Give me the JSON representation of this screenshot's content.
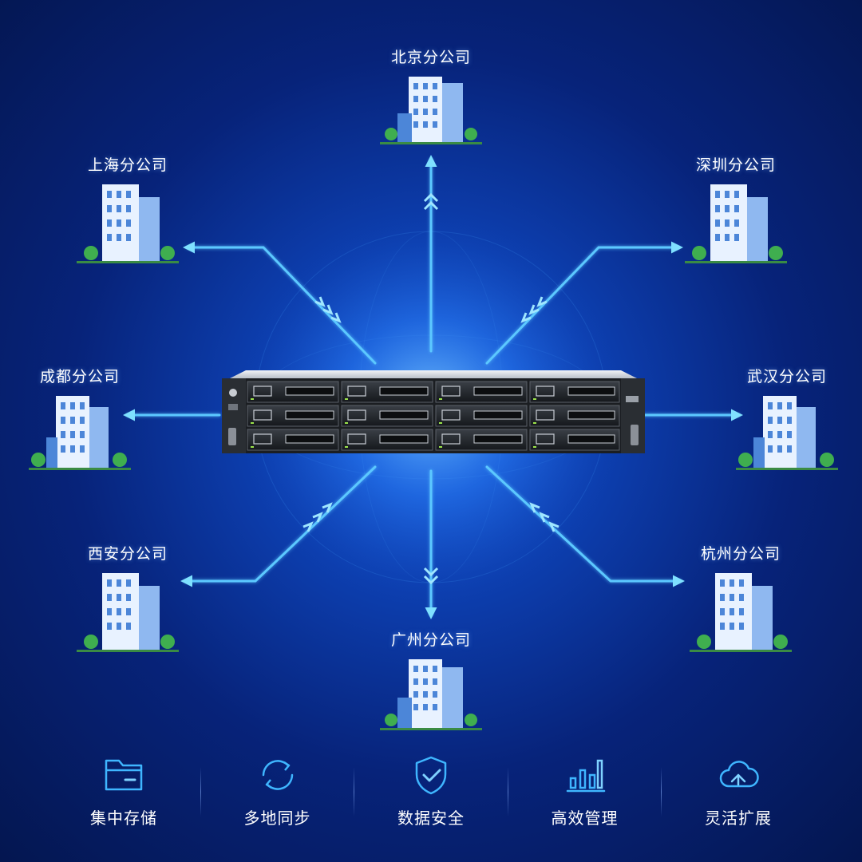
{
  "offices": [
    {
      "id": "beijing",
      "label": "北京分公司"
    },
    {
      "id": "shanghai",
      "label": "上海分公司"
    },
    {
      "id": "shenzhen",
      "label": "深圳分公司"
    },
    {
      "id": "chengdu",
      "label": "成都分公司"
    },
    {
      "id": "wuhan",
      "label": "武汉分公司"
    },
    {
      "id": "xian",
      "label": "西安分公司"
    },
    {
      "id": "hangzhou",
      "label": "杭州分公司"
    },
    {
      "id": "guangzhou",
      "label": "广州分公司"
    }
  ],
  "features": [
    {
      "label": "集中存储",
      "icon": "folder-icon"
    },
    {
      "label": "多地同步",
      "icon": "sync-icon"
    },
    {
      "label": "数据安全",
      "icon": "shield-check-icon"
    },
    {
      "label": "高效管理",
      "icon": "bar-chart-icon"
    },
    {
      "label": "灵活扩展",
      "icon": "cloud-icon"
    }
  ],
  "colors": {
    "accent": "#3fb6ff",
    "line": "#5cc8ff",
    "building": "#9cc6ff",
    "tree": "#3fae4f"
  }
}
